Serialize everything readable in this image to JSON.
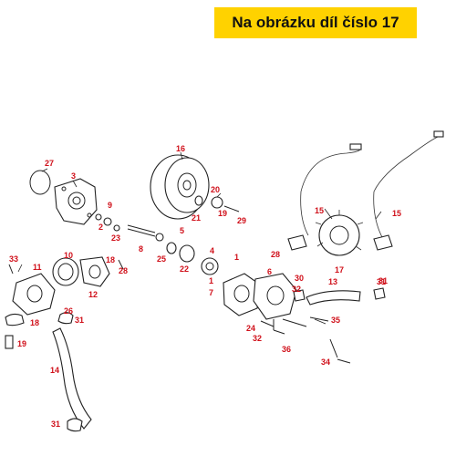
{
  "banner": {
    "text": "Na obrázku díl číslo 17",
    "background": "#ffd200"
  },
  "callout_color": "#d0101a",
  "callouts": [
    {
      "id": "c27",
      "text": "27"
    },
    {
      "id": "c3",
      "text": "3"
    },
    {
      "id": "c16",
      "text": "16"
    },
    {
      "id": "c9",
      "text": "9"
    },
    {
      "id": "c2",
      "text": "2"
    },
    {
      "id": "c20",
      "text": "20"
    },
    {
      "id": "c21",
      "text": "21"
    },
    {
      "id": "c19",
      "text": "19"
    },
    {
      "id": "c29",
      "text": "29"
    },
    {
      "id": "c5",
      "text": "5"
    },
    {
      "id": "c23",
      "text": "23"
    },
    {
      "id": "c8",
      "text": "8"
    },
    {
      "id": "c25",
      "text": "25"
    },
    {
      "id": "c4",
      "text": "4"
    },
    {
      "id": "c22",
      "text": "22"
    },
    {
      "id": "c10",
      "text": "10"
    },
    {
      "id": "c18",
      "text": "18"
    },
    {
      "id": "c28a",
      "text": "28"
    },
    {
      "id": "c33",
      "text": "33"
    },
    {
      "id": "c11",
      "text": "11"
    },
    {
      "id": "c12",
      "text": "12"
    },
    {
      "id": "c1a",
      "text": "1"
    },
    {
      "id": "c1b",
      "text": "1"
    },
    {
      "id": "c7",
      "text": "7"
    },
    {
      "id": "c6",
      "text": "6"
    },
    {
      "id": "c15a",
      "text": "15"
    },
    {
      "id": "c15b",
      "text": "15"
    },
    {
      "id": "c28b",
      "text": "28"
    },
    {
      "id": "c17",
      "text": "17"
    },
    {
      "id": "c30",
      "text": "30"
    },
    {
      "id": "c31a",
      "text": "31"
    },
    {
      "id": "c32a",
      "text": "32"
    },
    {
      "id": "c13",
      "text": "13"
    },
    {
      "id": "c26",
      "text": "26"
    },
    {
      "id": "c31b",
      "text": "31"
    },
    {
      "id": "c18b",
      "text": "18"
    },
    {
      "id": "c19b",
      "text": "19"
    },
    {
      "id": "c24",
      "text": "24"
    },
    {
      "id": "c32b",
      "text": "32"
    },
    {
      "id": "c36",
      "text": "36"
    },
    {
      "id": "c35",
      "text": "35"
    },
    {
      "id": "c14",
      "text": "14"
    },
    {
      "id": "c34",
      "text": "34"
    },
    {
      "id": "c31c",
      "text": "31"
    },
    {
      "id": "c31d",
      "text": "31"
    }
  ]
}
